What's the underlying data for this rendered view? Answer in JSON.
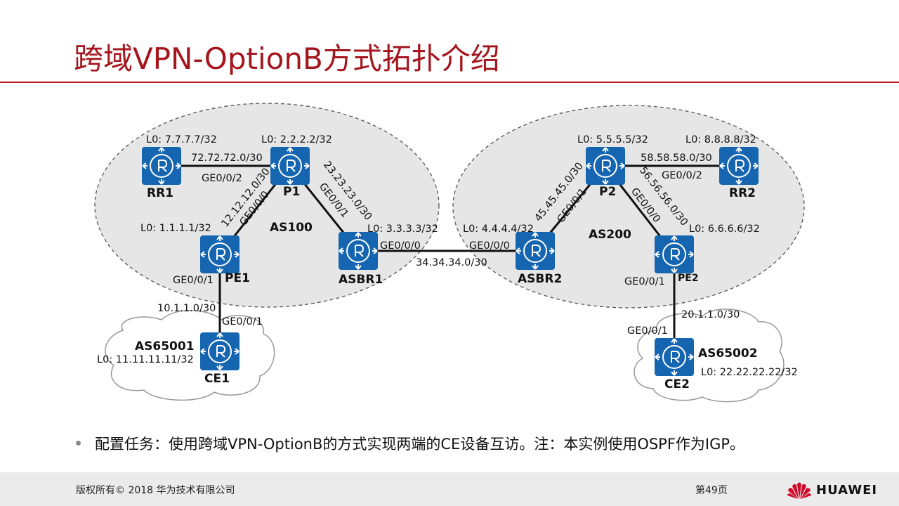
{
  "slide": {
    "title": "跨域VPN-OptionB方式拓扑介绍",
    "bullet": "配置任务：使用跨域VPN-OptionB的方式实现两端的CE设备互访。注：本实例使用OSPF作为IGP。"
  },
  "footer": {
    "copyright": "版权所有© 2018 华为技术有限公司",
    "page_number": "第49页",
    "brand": "HUAWEI"
  },
  "topology": {
    "as_labels": {
      "as100": "AS100",
      "as200": "AS200",
      "as65001": "AS65001",
      "as65002": "AS65002"
    },
    "routers": {
      "rr1": {
        "name": "RR1",
        "loopback": "L0: 7.7.7.7/32"
      },
      "p1": {
        "name": "P1",
        "loopback": "L0: 2.2.2.2/32"
      },
      "pe1": {
        "name": "PE1",
        "loopback": "L0: 1.1.1.1/32"
      },
      "asbr1": {
        "name": "ASBR1",
        "loopback": "L0: 3.3.3.3/32"
      },
      "asbr2": {
        "name": "ASBR2",
        "loopback": "L0: 4.4.4.4/32"
      },
      "p2": {
        "name": "P2",
        "loopback": "L0: 5.5.5.5/32"
      },
      "rr2": {
        "name": "RR2",
        "loopback": "L0: 8.8.8.8/32"
      },
      "pe2": {
        "name": "PE2",
        "loopback": "L0: 6.6.6.6/32"
      },
      "ce1": {
        "name": "CE1",
        "loopback": "L0: 11.11.11.11/32"
      },
      "ce2": {
        "name": "CE2",
        "loopback": "L0: 22.22.22.22/32"
      }
    },
    "links": {
      "rr1_p1": {
        "subnet": "72.72.72.0/30",
        "iface_a": "GE0/0/2"
      },
      "p1_pe1": {
        "subnet": "12.12.12.0/30",
        "iface_a": "GE0/0/0"
      },
      "p1_asbr1": {
        "subnet": "23.23.23.0/30",
        "iface_a": "GE0/0/1"
      },
      "asbr1_asbr2": {
        "subnet": "34.34.34.0/30",
        "iface_a": "GE0/0/0",
        "iface_b": "GE0/0/0"
      },
      "asbr2_p2": {
        "subnet": "45.45.45.0/30",
        "iface_b": "GE0/0/1"
      },
      "p2_rr2": {
        "subnet": "58.58.58.0/30",
        "iface_a": "GE0/0/2"
      },
      "p2_pe2": {
        "subnet": "56.56.56.0/30",
        "iface_a": "GE0/0/0"
      },
      "pe1_ce1": {
        "subnet": "10.1.1.0/30",
        "iface_a": "GE0/0/1",
        "iface_b": "GE0/0/1"
      },
      "pe2_ce2": {
        "subnet": "20.1.1.0/30",
        "iface_a": "GE0/0/1",
        "iface_b": "GE0/0/1"
      }
    }
  },
  "colors": {
    "title": "#a5151d",
    "router": "#1565b0",
    "as_region": "#e6e6e6"
  }
}
